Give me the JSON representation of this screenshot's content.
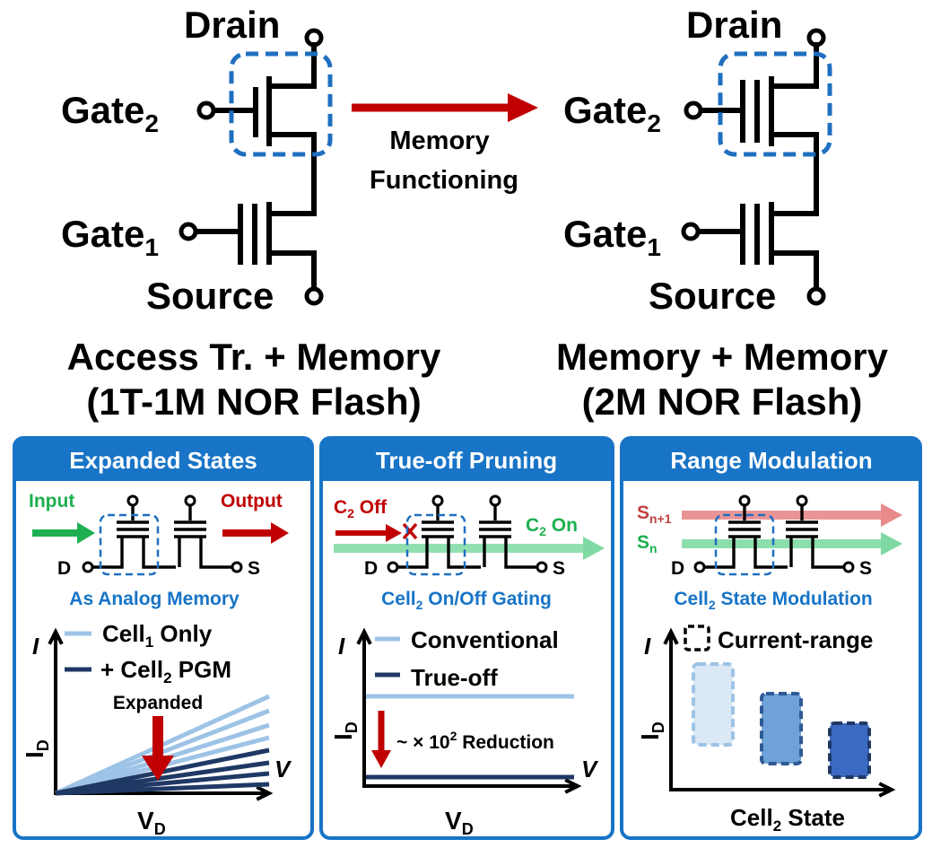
{
  "top": {
    "left": {
      "drain": "Drain",
      "gate2": "Gate",
      "gate2_sub": "2",
      "gate1": "Gate",
      "gate1_sub": "1",
      "source": "Source",
      "caption1": "Access Tr. + Memory",
      "caption2": "(1T-1M NOR Flash)"
    },
    "arrow": {
      "line1": "Memory",
      "line2": "Functioning"
    },
    "right": {
      "drain": "Drain",
      "gate2": "Gate",
      "gate2_sub": "2",
      "gate1": "Gate",
      "gate1_sub": "1",
      "source": "Source",
      "caption1": "Memory + Memory",
      "caption2": "(2M NOR Flash)"
    }
  },
  "panels": [
    {
      "title": "Expanded States",
      "input": "Input",
      "output": "Output",
      "d": "D",
      "s": "S",
      "caption": "As Analog Memory",
      "legend1_a": "Cell",
      "legend1_sub": "1",
      "legend1_b": " Only",
      "legend2_a": "+ Cell",
      "legend2_sub": "2",
      "legend2_b": " PGM",
      "annotation": "Expanded",
      "ylabel": "I",
      "ylabel_sub": "D",
      "xlabel": "V",
      "xlabel_sub": "D"
    },
    {
      "title": "True-off Pruning",
      "c2off_a": "C",
      "c2off_sub": "2",
      "c2off_b": " Off",
      "c2on_a": "C",
      "c2on_sub": "2",
      "c2on_b": " On",
      "d": "D",
      "s": "S",
      "caption_a": "Cell",
      "caption_sub": "2",
      "caption_b": " On/Off Gating",
      "legend1": "Conventional",
      "legend2": "True-off",
      "annotation_a": "~ × 10",
      "annotation_sup": "2",
      "annotation_b": " Reduction",
      "ylabel": "I",
      "ylabel_sub": "D",
      "xlabel": "V",
      "xlabel_sub": "D"
    },
    {
      "title": "Range Modulation",
      "sn1_a": "S",
      "sn1_sub": "n+1",
      "sn_a": "S",
      "sn_sub": "n",
      "d": "D",
      "s": "S",
      "caption_a": "Cell",
      "caption_sub": "2",
      "caption_b": " State Modulation",
      "legend": "Current-range",
      "ylabel": "I",
      "ylabel_sub": "D",
      "xlabel_a": "Cell",
      "xlabel_sub": "2",
      "xlabel_b": " State"
    }
  ],
  "colors": {
    "panel_blue": "#1874c6",
    "dashed_box": "#1f6fc0",
    "arrow_red": "#c00000",
    "input_green": "#1eb050",
    "line_light": "#9dc3e6",
    "line_dark": "#1f3864",
    "bar_light": "#dbe8f6",
    "bar_mid": "#6fa2d8",
    "bar_dark": "#3a6ac2"
  }
}
